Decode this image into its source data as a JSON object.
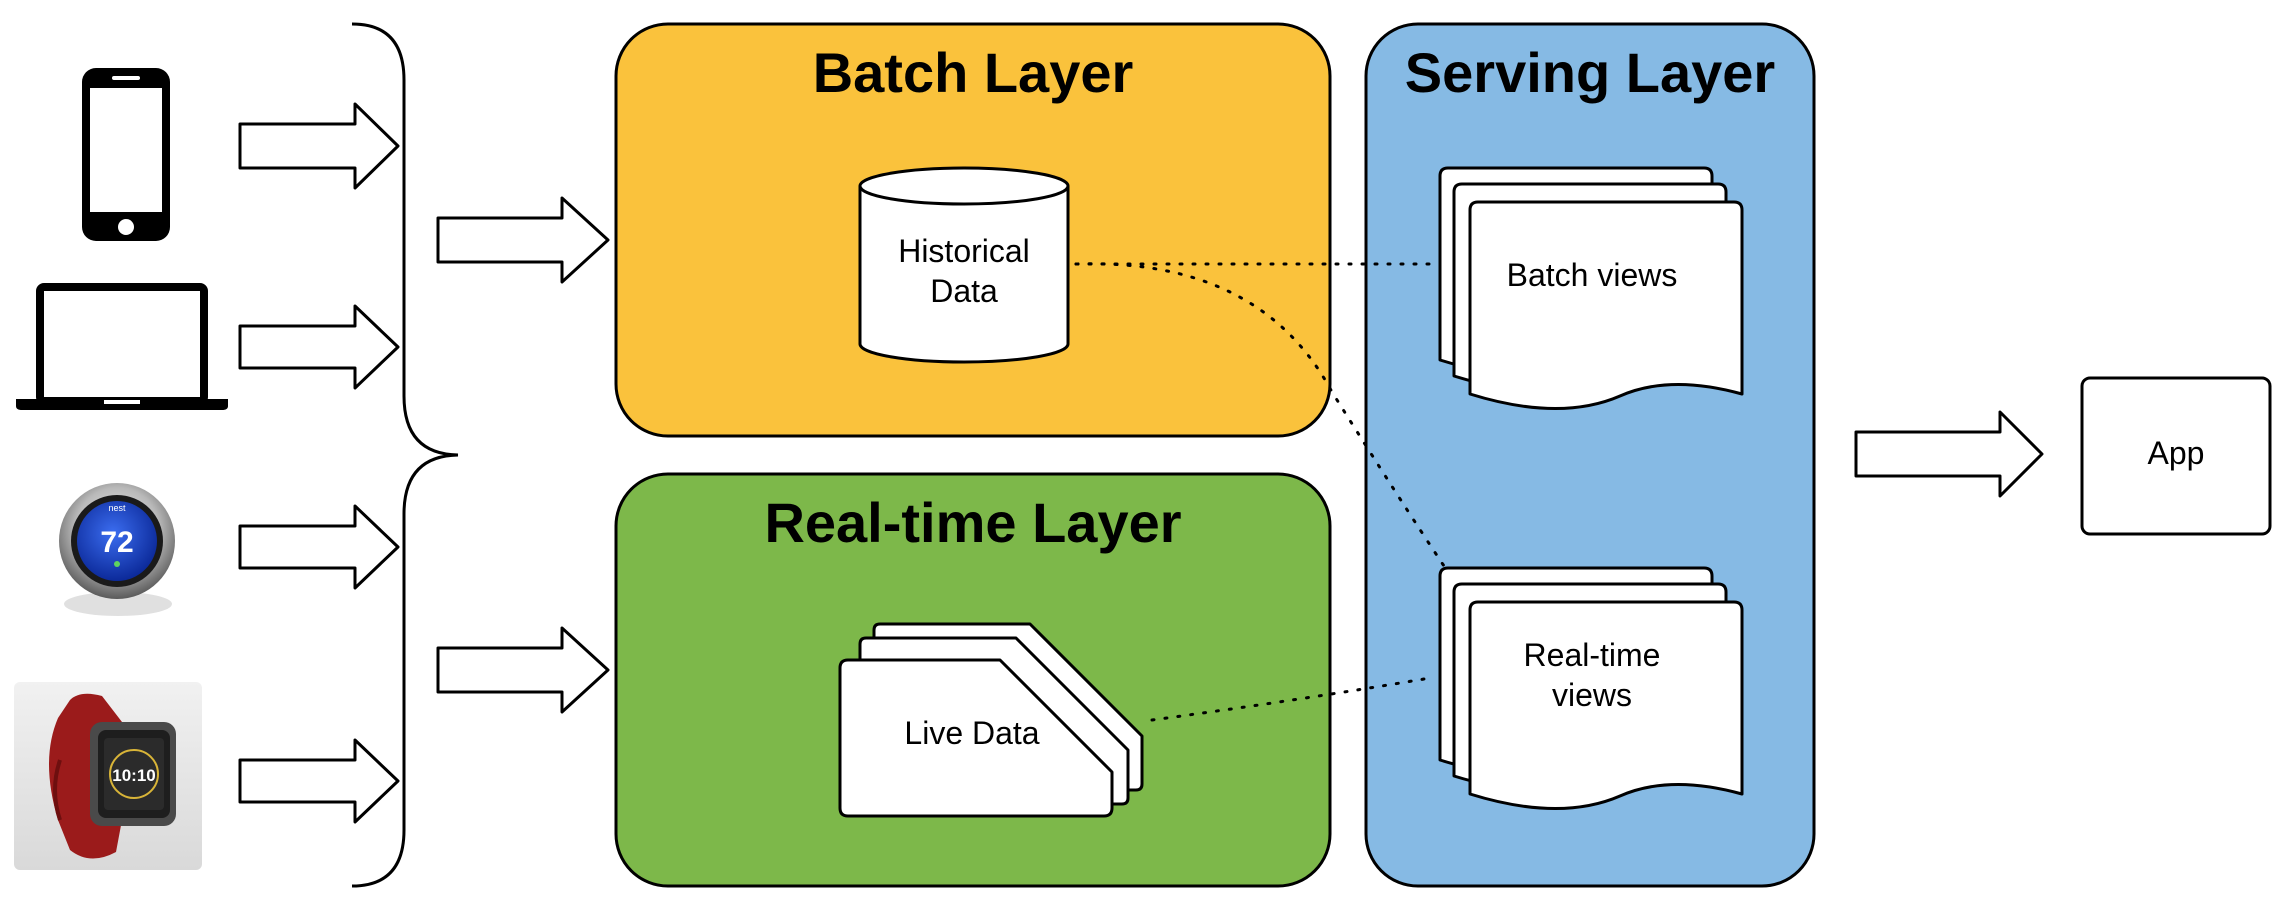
{
  "layers": {
    "batch": {
      "title": "Batch Layer",
      "color": "#FAC23C"
    },
    "realtime": {
      "title": "Real-time Layer",
      "color": "#7DB84A"
    },
    "serving": {
      "title": "Serving Layer",
      "color": "#86BAE4"
    }
  },
  "stores": {
    "historical": {
      "line1": "Historical",
      "line2": "Data"
    },
    "live": {
      "label": "Live Data"
    }
  },
  "views": {
    "batch": {
      "label": "Batch views"
    },
    "realtime": {
      "line1": "Real-time",
      "line2": "views"
    }
  },
  "app": {
    "label": "App"
  },
  "devices": [
    {
      "icon": "smartphone-icon"
    },
    {
      "icon": "laptop-icon"
    },
    {
      "icon": "thermostat-icon",
      "display": "72",
      "brand": "nest"
    },
    {
      "icon": "smartwatch-icon",
      "display": "10:10"
    }
  ]
}
